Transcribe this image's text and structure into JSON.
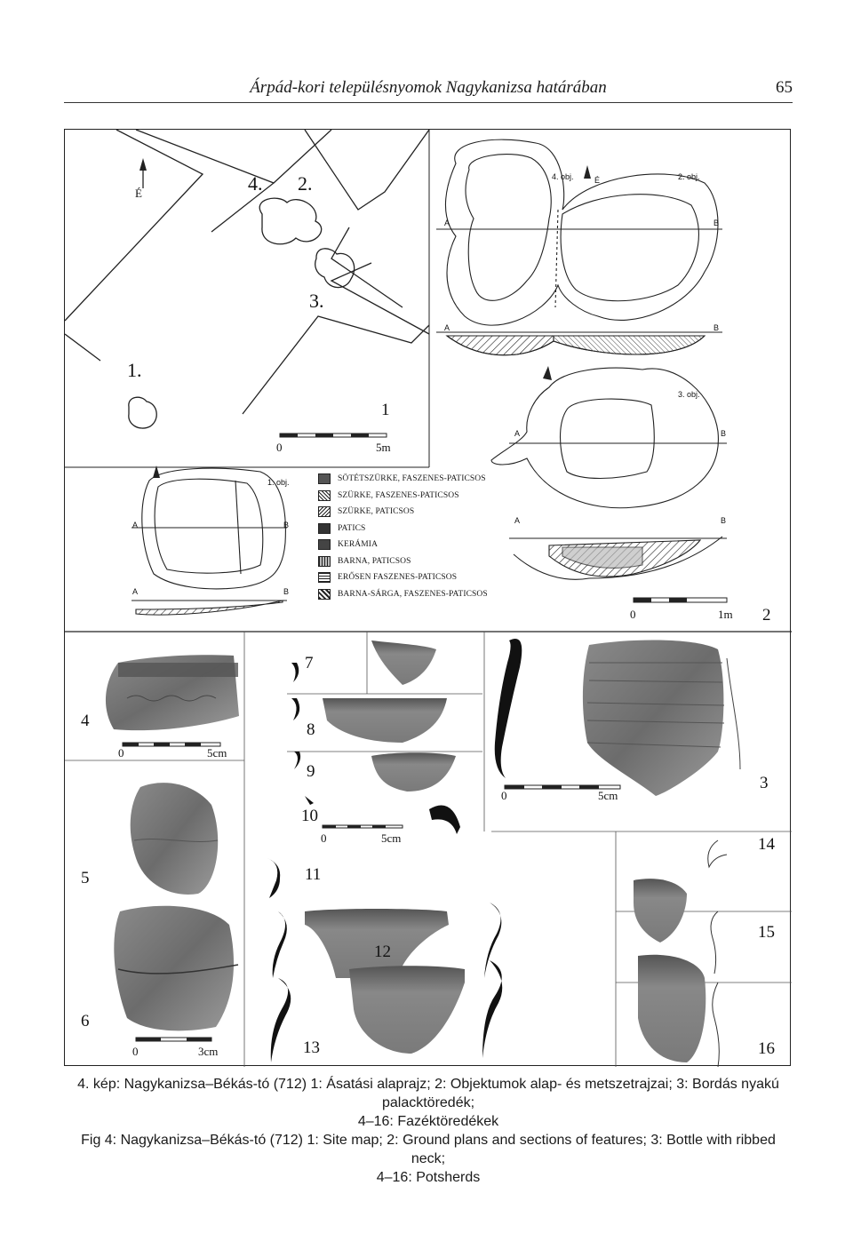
{
  "header": {
    "running_title": "Árpád-kori településnyomok Nagykanizsa határában",
    "page_number": "65"
  },
  "site_map": {
    "north_label": "É",
    "feature_labels": [
      "4.",
      "2.",
      "3.",
      "1."
    ],
    "panel_number": "1",
    "scale_start": "0",
    "scale_end": "5m"
  },
  "features": {
    "obj4_label": "4. obj.",
    "obj2_label": "2. obj.",
    "obj3_label": "3. obj.",
    "obj1_label": "1. obj.",
    "north_label": "É",
    "section_a": "A",
    "section_b": "B",
    "scale_start": "0",
    "scale_end": "1m",
    "panel_number": "2"
  },
  "legend": [
    "SÖTÉTSZÜRKE, FASZENES-PATICSOS",
    "SZÜRKE, FASZENES-PATICSOS",
    "SZÜRKE, PATICSOS",
    "PATICS",
    "KERÁMIA",
    "BARNA, PATICSOS",
    "ERŐSEN FASZENES-PATICSOS",
    "BARNA-SÁRGA, FASZENES-PATICSOS"
  ],
  "finds": {
    "numbers": [
      "4",
      "5",
      "6",
      "7",
      "8",
      "9",
      "10",
      "11",
      "12",
      "13",
      "3",
      "14",
      "15",
      "16"
    ],
    "scale_a_start": "0",
    "scale_a_end": "5cm",
    "scale_b_start": "0",
    "scale_b_end": "5cm",
    "scale_c_start": "0",
    "scale_c_end": "5cm",
    "scale_d_start": "0",
    "scale_d_end": "3cm"
  },
  "caption": {
    "line1": "4. kép: Nagykanizsa–Békás-tó (712) 1: Ásatási alaprajz; 2: Objektumok alap- és metszetrajzai; 3: Bordás nyakú palacktöredék;",
    "line2": "4–16: Fazéktöredékek",
    "line3": "Fig 4: Nagykanizsa–Békás-tó (712) 1: Site map; 2: Ground plans and sections of features; 3: Bottle with ribbed neck;",
    "line4": "4–16: Potsherds"
  }
}
